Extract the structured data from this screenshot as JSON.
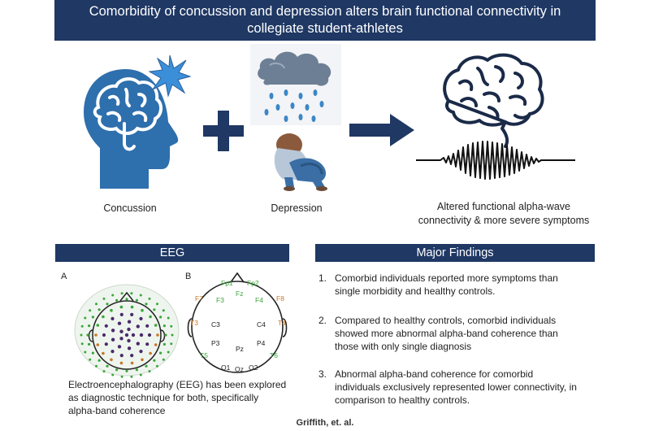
{
  "header": {
    "title": "Comorbidity of concussion and depression alters brain functional connectivity in collegiate student-athletes"
  },
  "top": {
    "concussion_label": "Concussion",
    "depression_label": "Depression",
    "result_label_line1": "Altered functional alpha-wave",
    "result_label_line2": "connectivity & more severe symptoms"
  },
  "eeg": {
    "heading": "EEG",
    "panel_a": "A",
    "panel_b": "B",
    "electrodes": {
      "fp1": "Fp1",
      "fp2": "Fp2",
      "f7": "F7",
      "f3": "F3",
      "fz": "Fz",
      "f4": "F4",
      "f8": "F8",
      "c3": "C3",
      "c4": "C4",
      "t3": "T3",
      "t4": "T4",
      "p3": "P3",
      "pz": "Pz",
      "p4": "P4",
      "t5": "T5",
      "t6": "T6",
      "o1": "O1",
      "oz": "Oz",
      "o2": "O2"
    },
    "description_line1": "Electroencephalography (EEG) has been explored",
    "description_line2": "as diagnostic technique for both, specifically",
    "description_line3": "alpha-band coherence"
  },
  "findings": {
    "heading": "Major Findings",
    "items": [
      {
        "num": "1.",
        "line1": "Comorbid individuals reported more symptoms than",
        "line2": "single morbidity and healthy controls.",
        "line3": ""
      },
      {
        "num": "2.",
        "line1": "Compared to healthy controls, comorbid individuals",
        "line2": "showed more abnormal alpha-band coherence than",
        "line3": "those with only single diagnosis"
      },
      {
        "num": "3.",
        "line1": "Abnormal alpha-band coherence for comorbid",
        "line2": "individuals exclusively represented lower connectivity, in",
        "line3": "comparison to healthy controls."
      }
    ]
  },
  "credit": "Griffith, et. al.",
  "colors": {
    "navy": "#1f3864",
    "head_blue": "#2e6fad",
    "burst_blue": "#3b8fd9",
    "green": "#3aa63a",
    "purple": "#4b2a6b",
    "orange": "#c8782a"
  }
}
